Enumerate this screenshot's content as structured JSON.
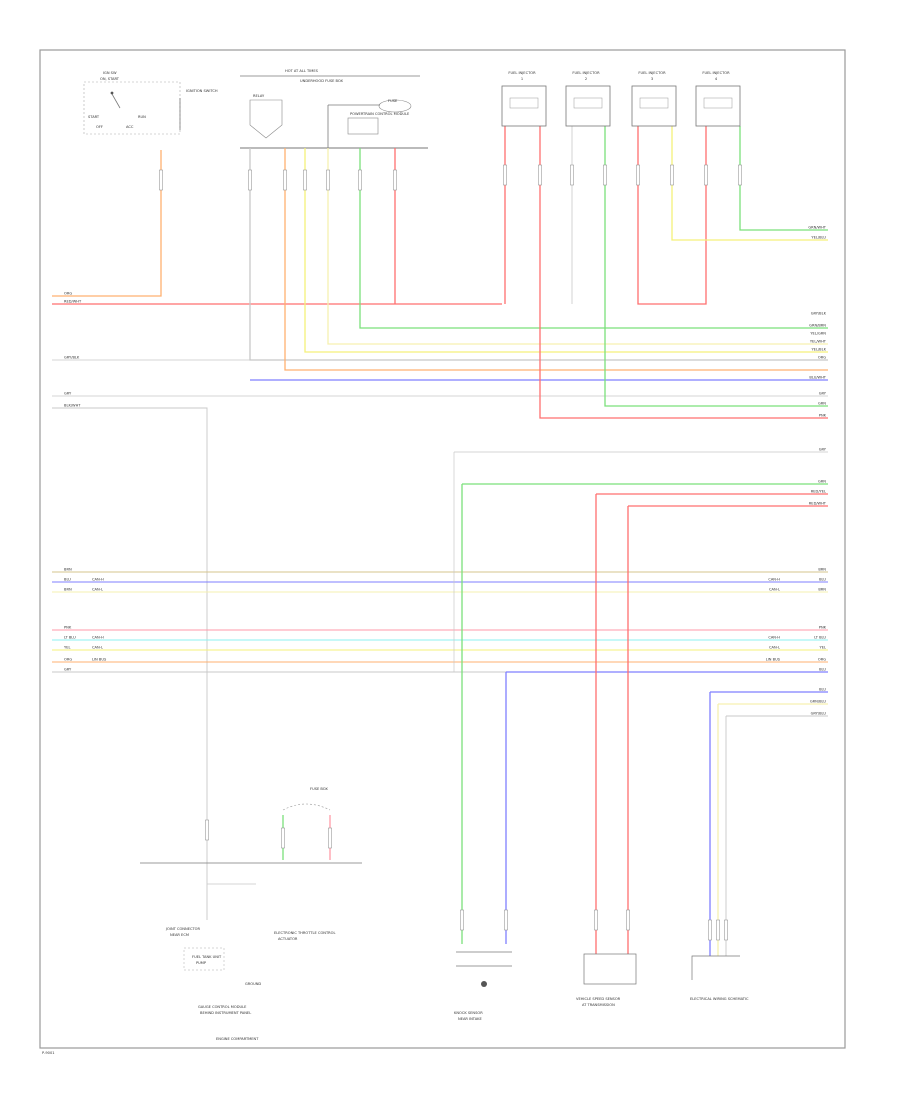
{
  "diagram": {
    "page_label": "P-9001",
    "colors": {
      "orange": "#ffb070",
      "red": "#ff6f6f",
      "green": "#7be07b",
      "yellow": "#f5f07a",
      "lightyellow": "#f6f0b0",
      "blue": "#7f7fff",
      "gray": "#c8c8c8",
      "cyan": "#8ef0f0",
      "tan": "#d6c48c",
      "pink": "#ff9aa8"
    },
    "ignition_switch": {
      "title": "IGN SW",
      "sub": "ON, START",
      "pos_start": "START",
      "pos_run": "RUN",
      "pos_off": "OFF",
      "pos_acc": "ACC",
      "note": "IGNITION SWITCH"
    },
    "junction_box": {
      "title": "HOT AT ALL TIMES",
      "subtitle": "UNDERHOOD FUSE BOX",
      "relay_label": "RELAY",
      "fuse_label": "FUSE",
      "module_label": "POWERTRAIN CONTROL MODULE"
    },
    "injectors": [
      {
        "title": "FUEL INJECTOR",
        "num": "1"
      },
      {
        "title": "FUEL INJECTOR",
        "num": "2"
      },
      {
        "title": "FUEL INJECTOR",
        "num": "3"
      },
      {
        "title": "FUEL INJECTOR",
        "num": "4"
      }
    ],
    "wires_right": [
      "GRN/WHT",
      "YEL/BLU",
      "GRY/BLK",
      "GRN/BRN",
      "YEL/GRN",
      "YEL/WHT",
      "YEL/BLK",
      "ORG",
      "BLU/WHT",
      "GRY",
      "GRN",
      "PNK",
      "GRY",
      "GRN",
      "RED/YEL",
      "RED/WHT"
    ],
    "wires_left": [
      "ORG",
      "RED/WHT",
      "GRY/BLK",
      "GRY",
      "BLK/WHT"
    ],
    "bus_left": [
      {
        "code": "BRN",
        "desc": ""
      },
      {
        "code": "BLU",
        "desc": "CAN-H"
      },
      {
        "code": "BRN",
        "desc": "CAN-L"
      },
      {
        "code": "PNK",
        "desc": ""
      },
      {
        "code": "LT BLU",
        "desc": "CAN-H"
      },
      {
        "code": "YEL",
        "desc": "CAN-L"
      },
      {
        "code": "ORG",
        "desc": "LIN BUS"
      },
      {
        "code": "GRY",
        "desc": ""
      }
    ],
    "bus_right": [
      {
        "code": "BRN",
        "desc": ""
      },
      {
        "code": "BLU",
        "desc": "CAN-H"
      },
      {
        "code": "BRN",
        "desc": "CAN-L"
      },
      {
        "code": "PNK",
        "desc": ""
      },
      {
        "code": "LT BLU",
        "desc": "CAN-H"
      },
      {
        "code": "YEL",
        "desc": "CAN-L"
      },
      {
        "code": "ORG",
        "desc": "LIN BUS"
      },
      {
        "code": "BLU",
        "desc": ""
      },
      {
        "code": "BLU",
        "desc": ""
      },
      {
        "code": "GRN/BLU",
        "desc": ""
      },
      {
        "code": "GRY/BLU",
        "desc": ""
      }
    ],
    "bottom_components": {
      "ground_label": "GROUND",
      "lower_label": "ENGINE COMPARTMENT",
      "sensor_title": "KNOCK SENSOR",
      "sensor_sub": "NEAR INTAKE",
      "abs_title": "VEHICLE SPEED SENSOR",
      "abs_sub": "AT TRANSMISSION",
      "meter_title": "GAUGE CONTROL MODULE",
      "meter_sub": "BEHIND INSTRUMENT PANEL",
      "junction_title": "JOINT CONNECTOR",
      "junction_sub": "NEAR ECM",
      "fuel_title": "FUEL TANK UNIT",
      "fuel_sub": "PUMP",
      "rear_title": "ELECTRONIC THROTTLE CONTROL",
      "rear_sub": "ACTUATOR",
      "plug_label": "FUSE BOX",
      "caption": "ELECTRICAL WIRING SCHEMATIC"
    }
  }
}
